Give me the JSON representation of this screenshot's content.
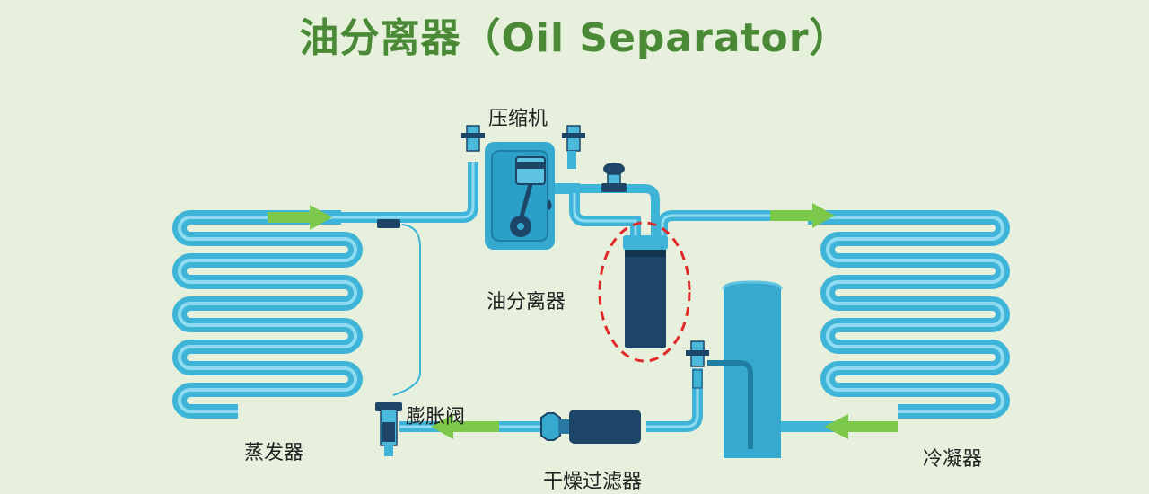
{
  "title": "油分离器（Oil Separator）",
  "labels": {
    "compressor": "压缩机",
    "oil_separator": "油分离器",
    "expansion_valve": "膨胀阀",
    "evaporator": "蒸发器",
    "filter_drier": "干燥过滤器",
    "condenser": "冷凝器"
  },
  "colors": {
    "background": "#e6f0dc",
    "title": "#4a8a36",
    "pipe": "#3fb4d9",
    "pipe_highlight": "#8fdcf2",
    "flow_arrow": "#7cc84a",
    "dark_component": "#1d4567",
    "compressor_body": "#36a9cf",
    "highlight_circle": "#e02a2a"
  }
}
